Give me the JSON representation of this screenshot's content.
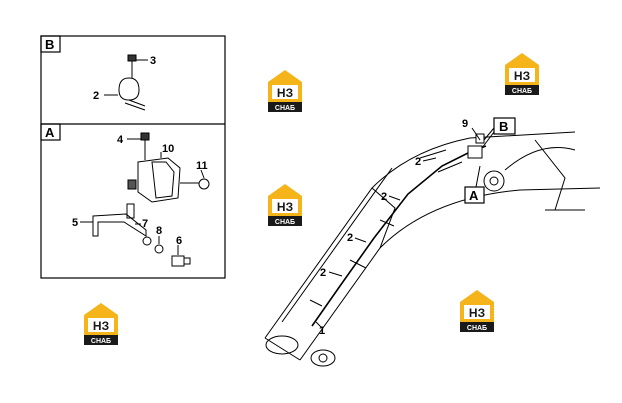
{
  "panels": {
    "b": {
      "label": "B",
      "callouts": [
        "3",
        "2"
      ]
    },
    "a": {
      "label": "A",
      "callouts": [
        "4",
        "10",
        "11",
        "5",
        "7",
        "8",
        "6"
      ]
    }
  },
  "main": {
    "callouts": [
      "9",
      "2",
      "2",
      "2",
      "2",
      "1"
    ],
    "view_labels": [
      "B",
      "A"
    ]
  },
  "watermark": {
    "text": "СНАБ",
    "mark": "НЗ",
    "color": "#f2b31a",
    "count": 5
  }
}
